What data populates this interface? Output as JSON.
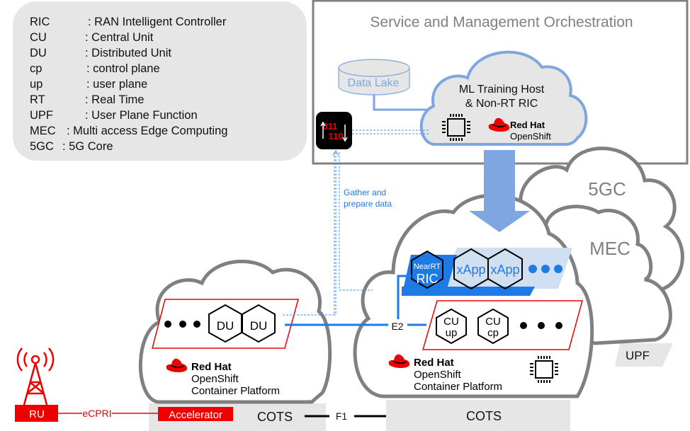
{
  "legend": {
    "items": [
      {
        "abbr": "RIC",
        "definition": ": RAN Intelligent Controller"
      },
      {
        "abbr": "CU",
        "definition": ": Central Unit"
      },
      {
        "abbr": "DU",
        "definition": ": Distributed Unit"
      },
      {
        "abbr": "cp",
        "definition": ": control plane"
      },
      {
        "abbr": "up",
        "definition": ": user plane"
      },
      {
        "abbr": "RT",
        "definition": ": Real Time"
      },
      {
        "abbr": "UPF",
        "definition": ": User Plane Function"
      },
      {
        "abbr": "MEC",
        "definition": ": Multi access Edge Computing"
      },
      {
        "abbr": "5GC",
        "definition": ": 5G Core"
      }
    ]
  },
  "smo": {
    "title": "Service and Management Orchestration",
    "data_lake": "Data Lake",
    "ml_cloud": {
      "line1": "ML Training Host",
      "line2": "& Non-RT RIC",
      "brand_line1": "Red Hat",
      "brand_line2": "OpenShift"
    }
  },
  "data_pipeline": {
    "label_line1": "Gather and",
    "label_line2": "prepare data"
  },
  "clouds": {
    "core": "5GC",
    "mec": "MEC",
    "upf": "UPF"
  },
  "edge_site": {
    "nearrt_line1": "NearRT",
    "nearrt_line2": "RIC",
    "xapps": [
      "xApp",
      "xApp"
    ],
    "cu_units": [
      {
        "line1": "CU",
        "line2": "up"
      },
      {
        "line1": "CU",
        "line2": "cp"
      }
    ],
    "brand_line1": "Red Hat",
    "brand_line2": "OpenShift",
    "brand_line3": "Container Platform",
    "hardware": "COTS"
  },
  "far_edge_site": {
    "du_units": [
      "DU",
      "DU"
    ],
    "brand_line1": "Red Hat",
    "brand_line2": "OpenShift",
    "brand_line3": "Container Platform",
    "hardware": "COTS",
    "accelerator": "Accelerator"
  },
  "interfaces": {
    "e2": "E2",
    "f1": "F1",
    "ecpri": "eCPRI"
  },
  "radio": {
    "ru": "RU"
  },
  "colors": {
    "redhat_red": "#ee0000",
    "link_blue": "#1e7be6",
    "smo_blue": "#7ea6e0",
    "cloud_gray": "#808080",
    "panel_gray": "#e6e6e6"
  }
}
